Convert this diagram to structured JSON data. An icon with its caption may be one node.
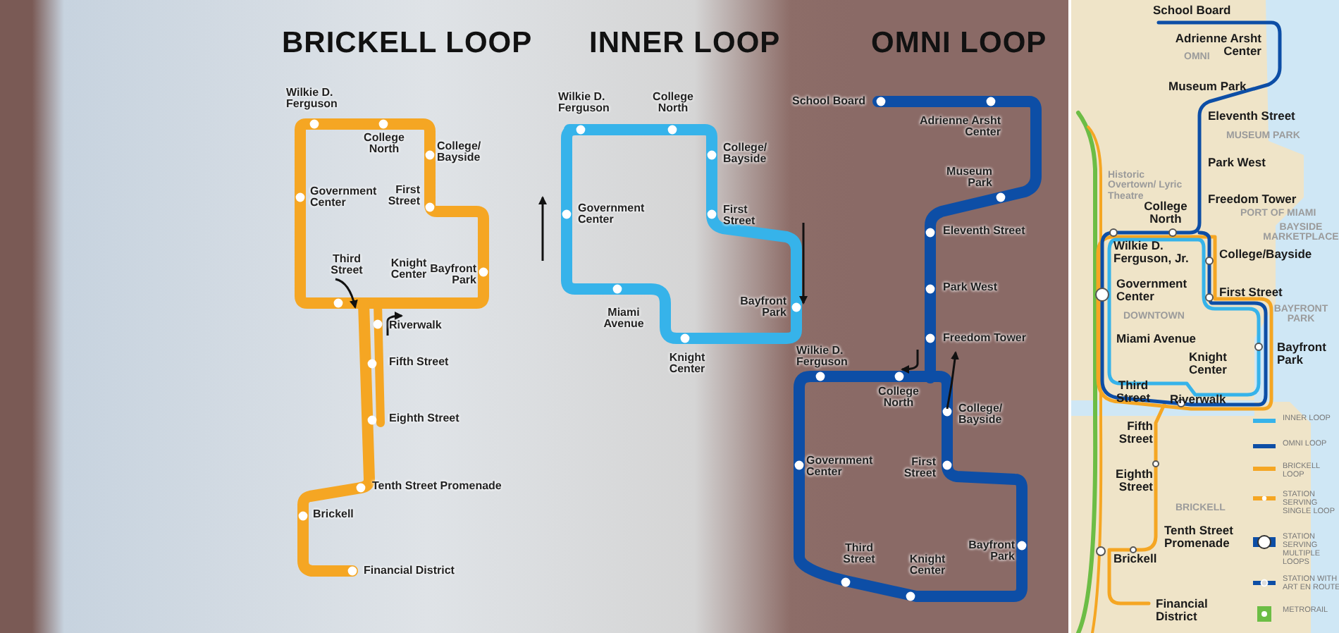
{
  "diagram": {
    "labels": [
      "BRICKELL LOOP",
      "INNER LOOP",
      "OMNI LOOP",
      "Wilkie D. Ferguson",
      "College North",
      "College/ Bayside",
      "Government Center",
      "First Street",
      "Third Street",
      "Knight Center",
      "Bayfront Park",
      "Riverwalk",
      "Fifth Street",
      "Eighth Street",
      "Tenth Street Promenade",
      "Brickell",
      "Financial District",
      "Wilkie D. Ferguson",
      "College North",
      "College/ Bayside",
      "Government Center",
      "First Street",
      "Miami Avenue",
      "Bayfront Park",
      "Knight Center",
      "School Board",
      "Adrienne Arsht Center",
      "Museum Park",
      "Eleventh Street",
      "Park West",
      "Freedom Tower",
      "Wilkie D. Ferguson",
      "College North",
      "College/ Bayside",
      "Government Center",
      "First Street",
      "Third Street",
      "Knight Center",
      "Bayfront Park",
      "School Board",
      "Adrienne Arsht Center",
      "OMNI",
      "Museum Park",
      "Eleventh Street",
      "MUSEUM PARK",
      "Park West",
      "Historic Overtown/ Lyric Theatre",
      "Freedom Tower",
      "PORT OF MIAMI",
      "College North",
      "BAYSIDE MARKETPLACE",
      "Wilkie D. Ferguson, Jr.",
      "College/Bayside",
      "Government Center",
      "First Street",
      "BAYFRONT PARK",
      "DOWNTOWN",
      "Miami Avenue",
      "Bayfront Park",
      "Knight Center",
      "Third Street",
      "Riverwalk",
      "Fifth Street",
      "Eighth Street",
      "BRICKELL",
      "Tenth Street Promenade",
      "Brickell",
      "Financial District"
    ],
    "legend": [
      {
        "text": "INNER LOOP",
        "color": "#36b3ea"
      },
      {
        "text": "OMNI LOOP",
        "color": "#0d4ea6"
      },
      {
        "text": "BRICKELL LOOP",
        "color": "#f5a623"
      },
      {
        "text": "STATION SERVING SINGLE LOOP"
      },
      {
        "text": "STATION SERVING MULTIPLE LOOPS"
      },
      {
        "text": "STATION WITH ART EN ROUTE"
      },
      {
        "text": "METRORAIL"
      }
    ]
  }
}
